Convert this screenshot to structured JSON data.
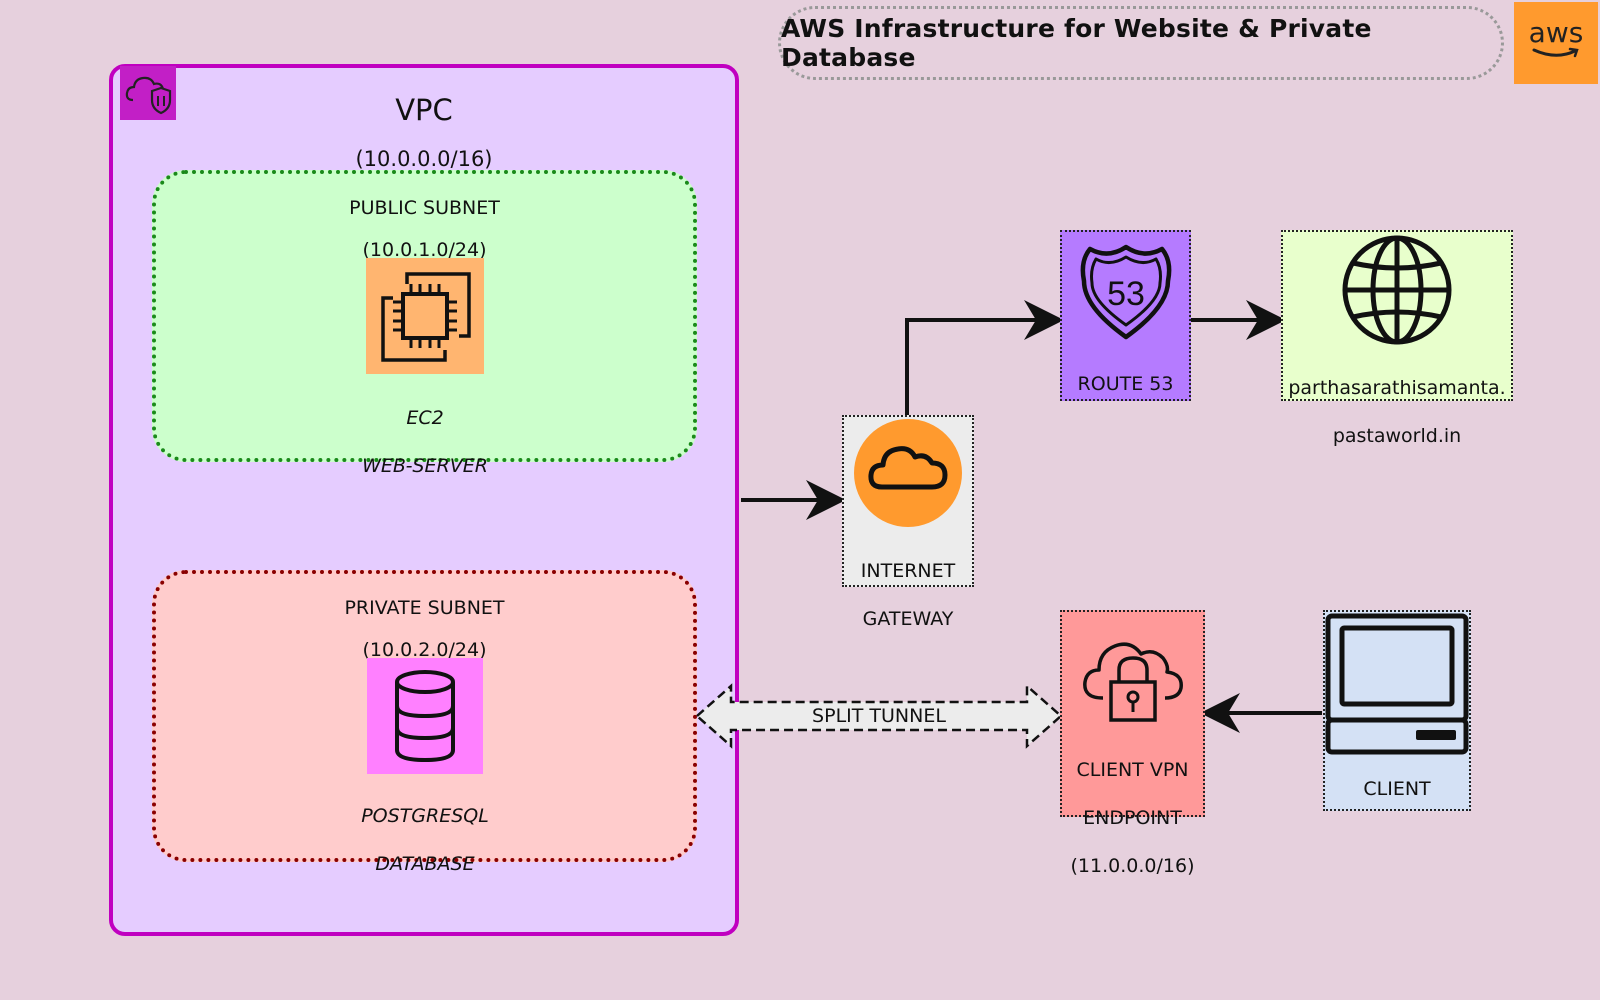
{
  "title": "AWS Infrastructure for Website & Private Database",
  "aws_logo_text": "aws",
  "vpc": {
    "name": "VPC",
    "cidr": "(10.0.0.0/16)"
  },
  "public_subnet": {
    "name": "PUBLIC SUBNET",
    "cidr": "(10.0.1.0/24)",
    "node_line1": "EC2",
    "node_line2": "WEB-SERVER"
  },
  "private_subnet": {
    "name": "PRIVATE SUBNET",
    "cidr": "(10.0.2.0/24)",
    "node_line1": "POSTGRESQL",
    "node_line2": "DATABASE"
  },
  "internet_gateway": {
    "line1": "INTERNET",
    "line2": "GATEWAY"
  },
  "route53": {
    "label": "ROUTE 53",
    "badge": "53"
  },
  "domain": {
    "line1": "parthasarathisamanta.",
    "line2": "pastaworld.in"
  },
  "vpn": {
    "line1": "CLIENT VPN",
    "line2": "ENDPOINT",
    "line3": "(11.0.0.0/16)"
  },
  "client": {
    "label": "CLIENT"
  },
  "tunnel_label": "SPLIT TUNNEL",
  "colors": {
    "background": "#e6d0dd",
    "vpc_border": "#c000c0",
    "vpc_fill": "#e5ccff",
    "public_border": "#1a8a1a",
    "public_fill": "#ccffcc",
    "private_border": "#8a0000",
    "private_fill": "#ffcccc",
    "ec2_fill": "#ffb570",
    "db_fill": "#ff80ff",
    "igw_orange": "#ff9a2e",
    "route53_fill": "#b57bff",
    "domain_fill": "#e8ffcc",
    "vpn_fill": "#ff9999",
    "client_fill": "#d4e1f5"
  }
}
